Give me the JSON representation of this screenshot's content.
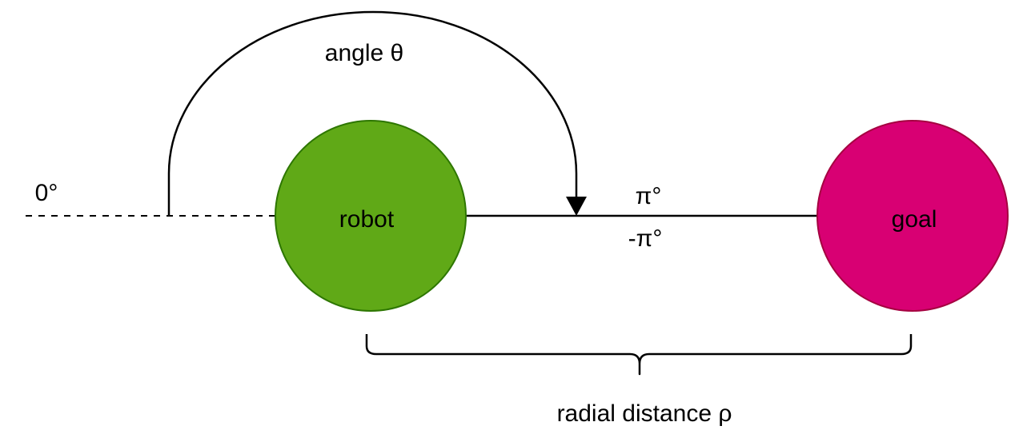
{
  "labels": {
    "angle": "angle θ",
    "zero": "0°",
    "pi": "π°",
    "neg_pi": "-π°",
    "distance": "radial distance ρ"
  },
  "nodes": {
    "robot": {
      "label": "robot",
      "fill": "#60a917",
      "stroke": "#2d7600"
    },
    "goal": {
      "label": "goal",
      "fill": "#d80073",
      "stroke": "#a50040"
    }
  },
  "colors": {
    "line": "#000000"
  }
}
